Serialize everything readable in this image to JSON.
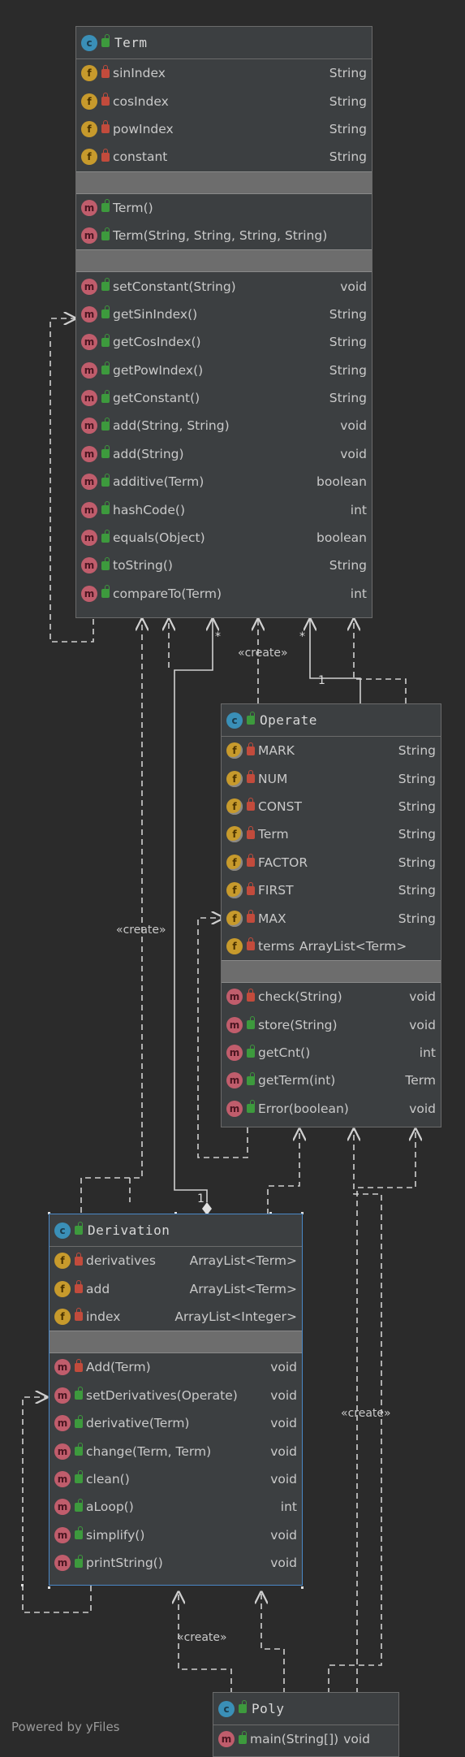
{
  "colors": {
    "background": "#2b2b2b",
    "box": "#3c3f41",
    "edge": "#d0d0d0",
    "selected_border": "#4a88c7"
  },
  "classes": {
    "term": {
      "name": "Term",
      "fields": [
        {
          "name": "sinIndex",
          "type": "String"
        },
        {
          "name": "cosIndex",
          "type": "String"
        },
        {
          "name": "powIndex",
          "type": "String"
        },
        {
          "name": "constant",
          "type": "String"
        }
      ],
      "constructors": [
        {
          "name": "Term()"
        },
        {
          "name": "Term(String, String, String, String)"
        }
      ],
      "methods": [
        {
          "name": "setConstant(String)",
          "type": "void"
        },
        {
          "name": "getSinIndex()",
          "type": "String"
        },
        {
          "name": "getCosIndex()",
          "type": "String"
        },
        {
          "name": "getPowIndex()",
          "type": "String"
        },
        {
          "name": "getConstant()",
          "type": "String"
        },
        {
          "name": "add(String, String)",
          "type": "void"
        },
        {
          "name": "add(String)",
          "type": "void"
        },
        {
          "name": "additive(Term)",
          "type": "boolean"
        },
        {
          "name": "hashCode()",
          "type": "int"
        },
        {
          "name": "equals(Object)",
          "type": "boolean"
        },
        {
          "name": "toString()",
          "type": "String"
        },
        {
          "name": "compareTo(Term)",
          "type": "int"
        }
      ]
    },
    "operate": {
      "name": "Operate",
      "fields": [
        {
          "name": "MARK",
          "type": "String"
        },
        {
          "name": "NUM",
          "type": "String"
        },
        {
          "name": "CONST",
          "type": "String"
        },
        {
          "name": "Term",
          "type": "String"
        },
        {
          "name": "FACTOR",
          "type": "String"
        },
        {
          "name": "FIRST",
          "type": "String"
        },
        {
          "name": "MAX",
          "type": "String"
        },
        {
          "name": "terms",
          "type": "ArrayList<Term>"
        }
      ],
      "methods": [
        {
          "name": "check(String)",
          "type": "void"
        },
        {
          "name": "store(String)",
          "type": "void"
        },
        {
          "name": "getCnt()",
          "type": "int"
        },
        {
          "name": "getTerm(int)",
          "type": "Term"
        },
        {
          "name": "Error(boolean)",
          "type": "void"
        }
      ]
    },
    "derivation": {
      "name": "Derivation",
      "fields": [
        {
          "name": "derivatives",
          "type": "ArrayList<Term>"
        },
        {
          "name": "add",
          "type": "ArrayList<Term>"
        },
        {
          "name": "index",
          "type": "ArrayList<Integer>"
        }
      ],
      "methods": [
        {
          "name": "Add(Term)",
          "type": "void"
        },
        {
          "name": "setDerivatives(Operate)",
          "type": "void"
        },
        {
          "name": "derivative(Term)",
          "type": "void"
        },
        {
          "name": "change(Term, Term)",
          "type": "void"
        },
        {
          "name": "clean()",
          "type": "void"
        },
        {
          "name": "aLoop()",
          "type": "int"
        },
        {
          "name": "simplify()",
          "type": "void"
        },
        {
          "name": "printString()",
          "type": "void"
        }
      ]
    },
    "poly": {
      "name": "Poly",
      "methods": [
        {
          "name": "main(String[])",
          "type": "void"
        }
      ]
    }
  },
  "labels": {
    "create_top": "«create»",
    "create_left": "«create»",
    "create_right": "«create»",
    "create_bottom": "«create»",
    "mult_one_a": "1",
    "mult_one_b": "1",
    "mult_star_a": "*",
    "mult_star_b": "*"
  },
  "footer": "Powered by yFiles"
}
